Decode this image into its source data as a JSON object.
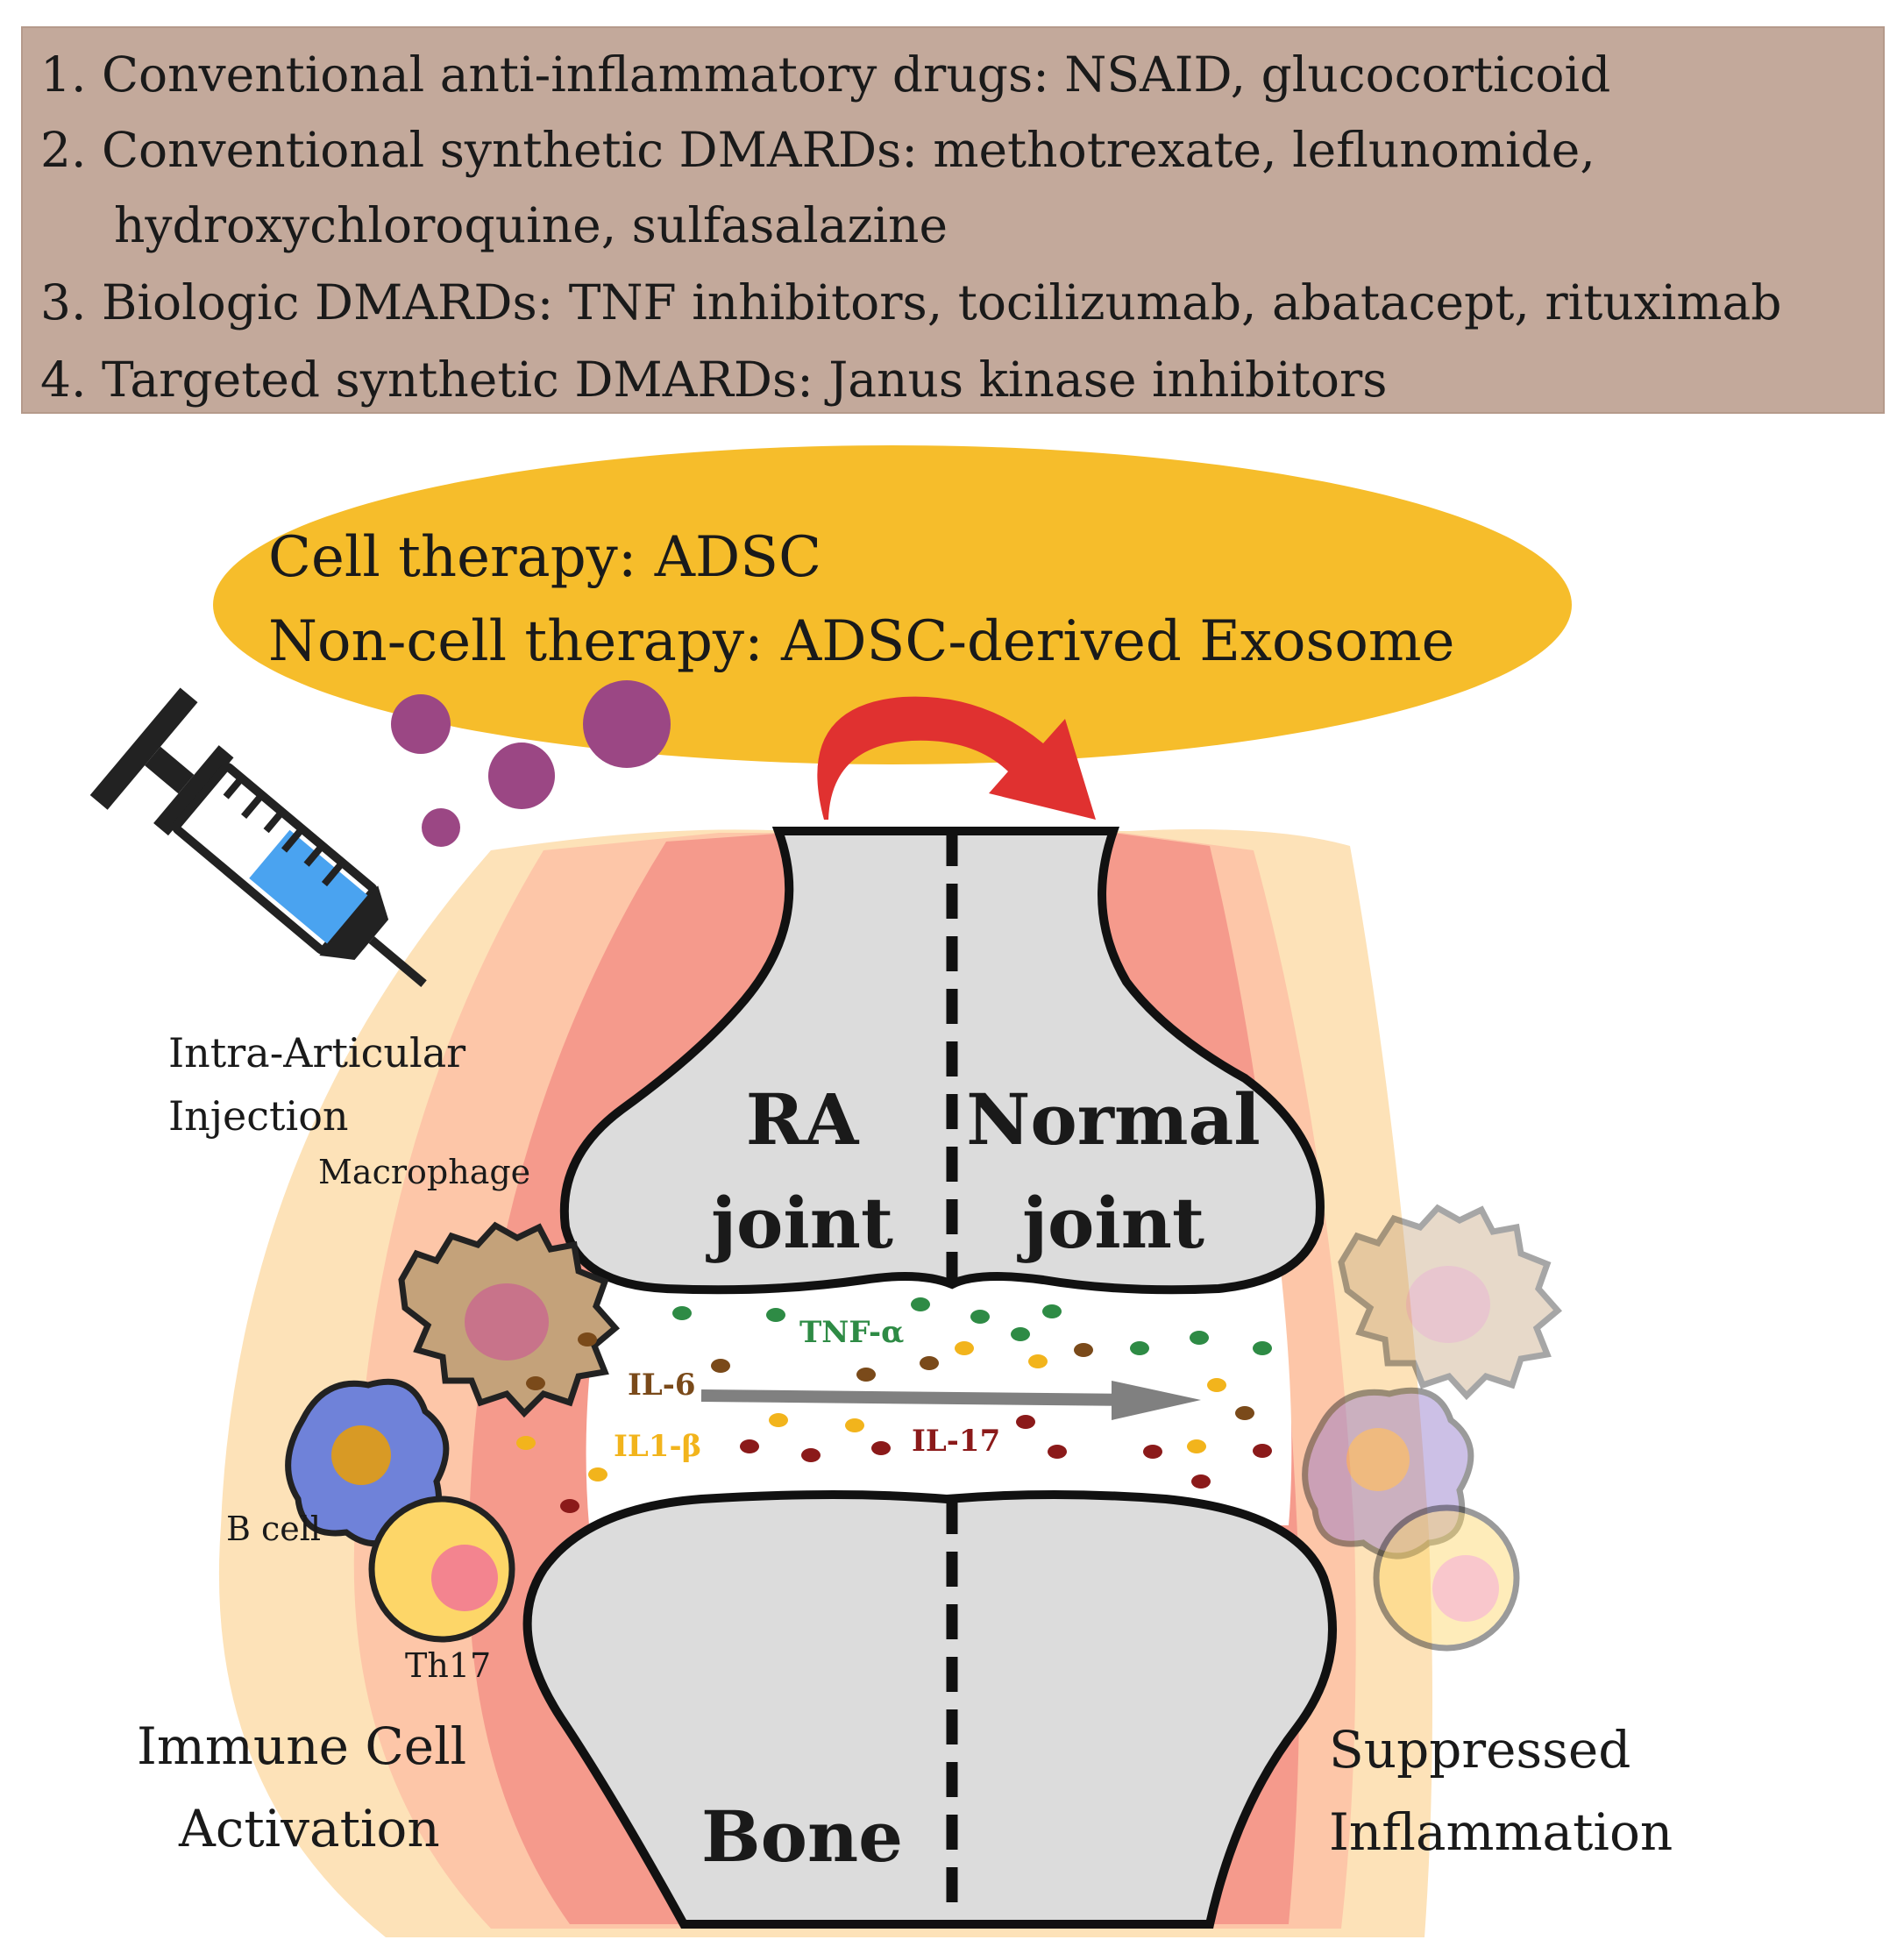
{
  "drug_list": {
    "items": [
      "1. Conventional anti-inflammatory drugs: NSAID, glucocorticoid",
      "2. Conventional synthetic DMARDs: methotrexate, leflunomide,",
      "hydroxychloroquine, sulfasalazine",
      "3. Biologic DMARDs: TNF inhibitors, tocilizumab, abatacept, rituximab",
      "4. Targeted synthetic DMARDs: Janus kinase inhibitors"
    ]
  },
  "therapy": {
    "cell": "Cell therapy: ADSC",
    "non_cell": "Non-cell therapy: ADSC-derived Exosome"
  },
  "injection": {
    "line1": "Intra-Articular",
    "line2": "Injection"
  },
  "cells": {
    "macrophage": "Macrophage",
    "b_cell": "B cell",
    "th17": "Th17"
  },
  "joint_labels": {
    "ra": "RA",
    "ra_2": "joint",
    "normal": "Normal",
    "normal_2": "joint",
    "bone": "Bone"
  },
  "cytokines": {
    "tnf": "TNF-α",
    "il6": "IL-6",
    "il1b": "IL1-β",
    "il17": "IL-17"
  },
  "side_labels": {
    "left_1": "Immune Cell",
    "left_2": "Activation",
    "right_1": "Suppressed",
    "right_2": "Inflammation"
  },
  "colors": {
    "box": "#c3a99b",
    "oval": "#f6bd2b",
    "arrow": "#e03130",
    "exosome": "#9b4784",
    "tissue_outer": "#fde2b8",
    "tissue_mid": "#fdc6a8",
    "synovium": "#f59a8c",
    "bone": "#dcdcdc",
    "tnf": "#2e8b45",
    "il6": "#7a4a1a",
    "il1b": "#f2b41c",
    "il17": "#8b1a1a"
  }
}
